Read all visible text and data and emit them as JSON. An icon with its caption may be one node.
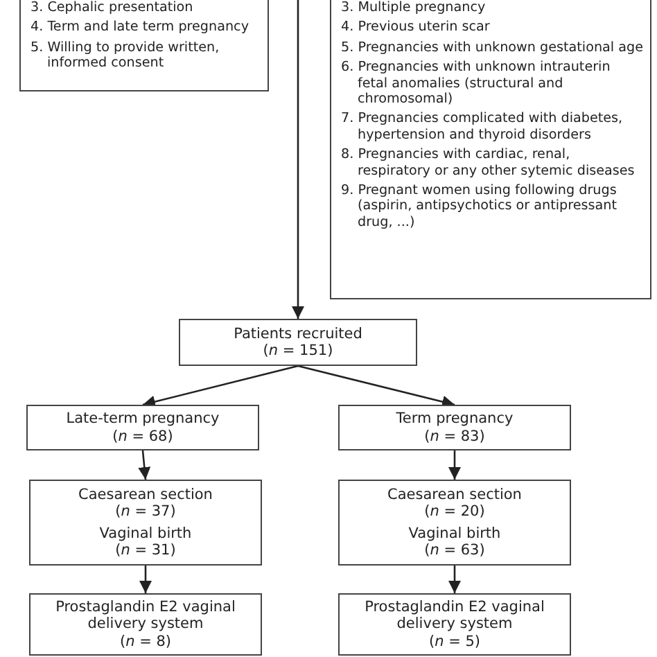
{
  "diagram": {
    "nodes": [
      {
        "text": [
          "3. Cephalic presentation",
          "4. Term and late term pregnancy",
          "5. Willing to provide written, informed consent"
        ]
      },
      {
        "text": [
          "3. Multiple pregnancy",
          "4. Previous uterin scar",
          "5. Pregnancies with unknown gestational age",
          "6. Pregnancies with unknown intrauterin fetal anomalies (structural and chromosomal)",
          "7. Pregnancies complicated with diabetes, hypertension and thyroid disorders",
          "8. Pregnancies with cardiac, renal, respiratory or any other sytemic diseases",
          "9. Pregnant women using following drugs (aspirin, antipsychotics or antipressant drug, ...)"
        ]
      },
      {
        "text": [
          "Patients recruited",
          "(*n* = 151)"
        ]
      },
      {
        "text": [
          "Late-term pregnancy",
          "(*n* = 68)"
        ]
      },
      {
        "text": [
          "Term pregnancy",
          "(*n* = 83)"
        ]
      },
      {
        "text": [
          "Caesarean section",
          "(*n* = 37)",
          "Vaginal birth",
          "(*n* = 31)"
        ]
      },
      {
        "text": [
          "Caesarean section",
          "(*n* = 20)",
          "Vaginal birth",
          "(*n* = 63)"
        ]
      },
      {
        "text": [
          "Prostaglandin E2 vaginal delivery system",
          "(*n* = 8)"
        ]
      },
      {
        "text": [
          "Prostaglandin E2 vaginal delivery system",
          "(*n* = 5)"
        ]
      }
    ],
    "edges": [
      {
        "from": null,
        "to": 2,
        "arrow": "to"
      },
      {
        "from": 2,
        "to": 3,
        "arrow": "to"
      },
      {
        "from": 2,
        "to": 4,
        "arrow": "to"
      },
      {
        "from": 3,
        "to": 5,
        "arrow": "to"
      },
      {
        "from": 4,
        "to": 6,
        "arrow": "to"
      },
      {
        "from": 5,
        "to": 7,
        "arrow": "to"
      },
      {
        "from": 6,
        "to": 8,
        "arrow": "to"
      }
    ]
  }
}
